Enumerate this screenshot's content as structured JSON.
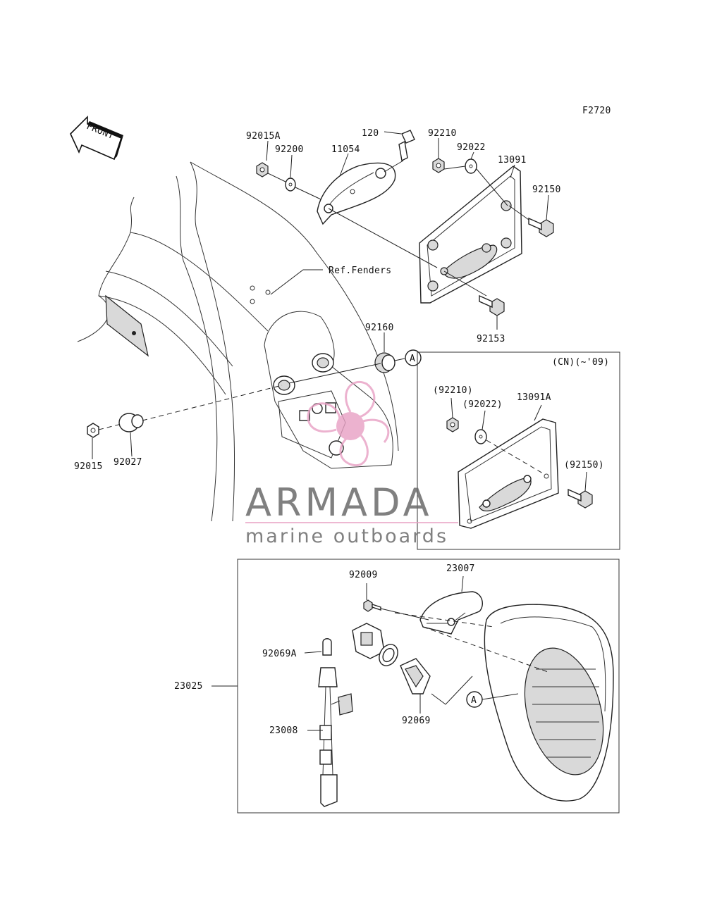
{
  "figure_code": "F2720",
  "direction_label": "FRONT",
  "reference_label": "Ref.Fenders",
  "inset_caption": "(CN)(~'09)",
  "ref_marker": "A",
  "watermark": {
    "brand": "ARMADA",
    "tagline": "marine outboards",
    "brand_color": "#e8a0c4"
  },
  "part_labels": {
    "p92015A": "92015A",
    "p92200": "92200",
    "p11054": "11054",
    "p120": "120",
    "p92210": "92210",
    "p92022": "92022",
    "p13091": "13091",
    "p92150": "92150",
    "p92153": "92153",
    "p92160": "92160",
    "p92015": "92015",
    "p92027": "92027",
    "p92210b": "(92210)",
    "p92022b": "(92022)",
    "p13091A": "13091A",
    "p92150b": "(92150)",
    "p92009": "92009",
    "p23007": "23007",
    "p92069A": "92069A",
    "p23025": "23025",
    "p92069": "92069",
    "p23008": "23008"
  }
}
